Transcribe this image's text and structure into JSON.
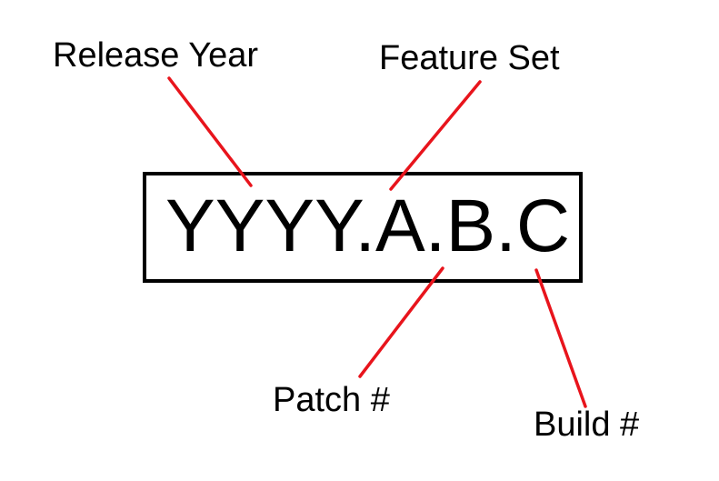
{
  "version_string": "YYYY.A.B.C",
  "labels": {
    "release_year": "Release Year",
    "feature_set": "Feature Set",
    "patch": "Patch #",
    "build": "Build #"
  },
  "colors": {
    "connector": "#e8141c",
    "box_border": "#000000",
    "text": "#000000",
    "background": "#ffffff"
  }
}
